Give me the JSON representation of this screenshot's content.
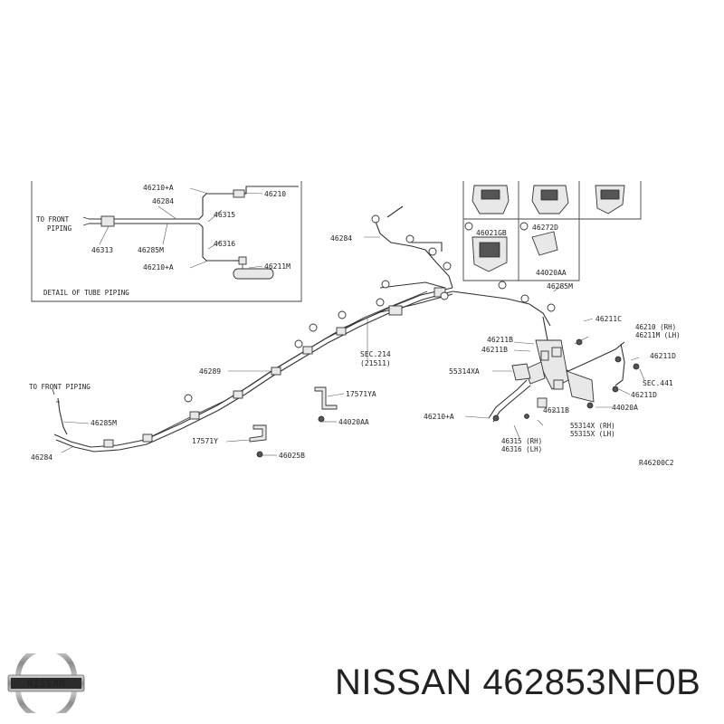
{
  "diagram": {
    "ref_code": "R46200C2",
    "detail": {
      "title": "DETAIL OF TUBE PIPING",
      "to_front_piping": "TO FRONT PIPING",
      "parts": [
        "46210+A",
        "46284",
        "46210",
        "46315",
        "46313",
        "46285M",
        "46316",
        "46210+A",
        "46211M"
      ]
    },
    "inset": {
      "callouts": [
        "46021GB",
        "46272D",
        "44020AA"
      ]
    },
    "main": {
      "to_front_piping": "TO FRONT PIPING",
      "labels": {
        "l46284_top": "46284",
        "l46285M_right": "46285M",
        "l46211C": "46211C",
        "l46210_rh": "46210  (RH)",
        "l46211M_lh": "46211M (LH)",
        "l46211B_a": "46211B",
        "l46211B_b": "46211B",
        "l46211D_a": "46211D",
        "l55314XA": "55314XA",
        "sec441": "SEC.441",
        "l46211D_b": "46211D",
        "l46289": "46289",
        "sec214": "SEC.214",
        "sec214_sub": "(21511)",
        "l17571YA": "17571YA",
        "l44020AA_mid": "44020AA",
        "l46285M_left": "46285M",
        "l46284_left": "46284",
        "l17571Y": "17571Y",
        "l46025B": "46025B",
        "l46210A": "46210+A",
        "l46211B_c": "46211B",
        "l44020A": "44020A",
        "l46315_rh": "46315 (RH)",
        "l46316_lh": "46316 (LH)",
        "l55314X_rh": "55314X (RH)",
        "l55315X_lh": "55315X (LH)"
      }
    }
  },
  "brand": {
    "logo_text": "NISSAN",
    "caption": "NISSAN 462853NF0B"
  }
}
